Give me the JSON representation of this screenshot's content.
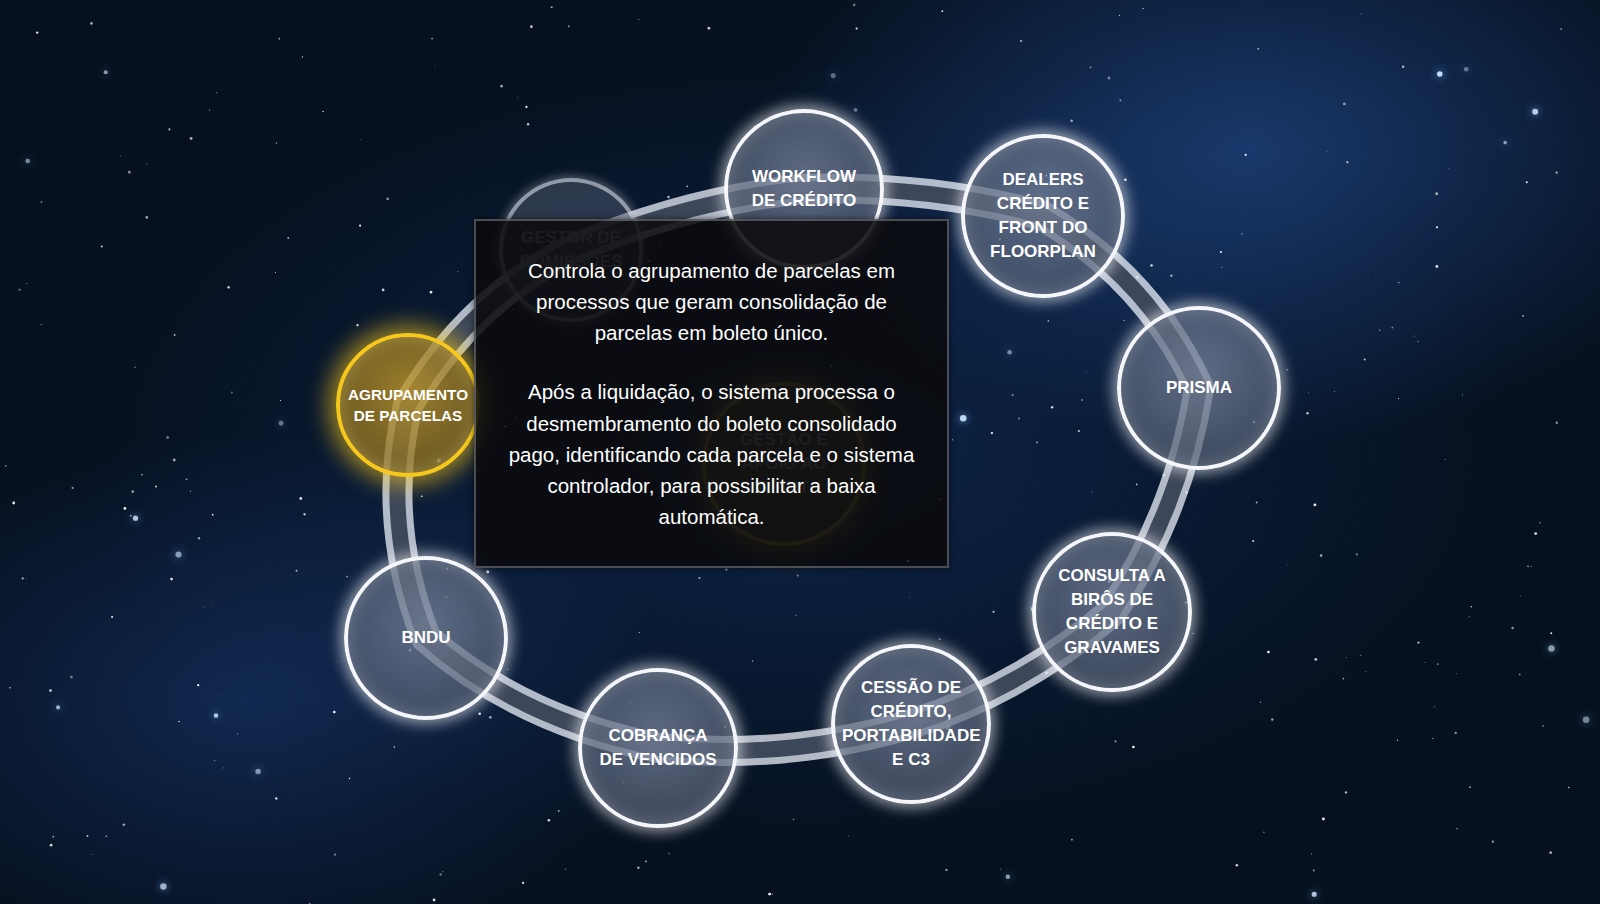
{
  "diagram": {
    "nodes": [
      {
        "text": [
          "GESTOR DE COMISSÕES"
        ]
      },
      {
        "text": [
          "WORKFLOW DE CRÉDITO"
        ]
      },
      {
        "text": [
          "DEALERS CRÉDITO E FRONT DO FLOORPLAN"
        ]
      },
      {
        "text": [
          "PRISMA"
        ]
      },
      {
        "text": [
          "CONSULTA A BIRÔS DE CRÉDITO E GRAVAMES"
        ]
      },
      {
        "text": [
          "CESSÃO DE CRÉDITO, PORTABILIDADE E C3"
        ]
      },
      {
        "text": [
          "COBRANÇA DE VENCIDOS"
        ]
      },
      {
        "text": [
          "BNDU"
        ]
      },
      {
        "text": [
          "AGRUPAMENTO DE PARCELAS"
        ]
      },
      {
        "text": [
          "GESTÃO E APOIO AO CRÉDITO"
        ]
      },
      {
        "text": [
          "Controla o agrupamento de parcelas em processos que geram consolidação de parcelas em boleto único.",
          "Após a liquidação, o sistema processa o desmembramento do boleto consolidado pago, identificando cada parcela e o sistema controlador, para possibilitar a baixa automática."
        ]
      }
    ]
  }
}
